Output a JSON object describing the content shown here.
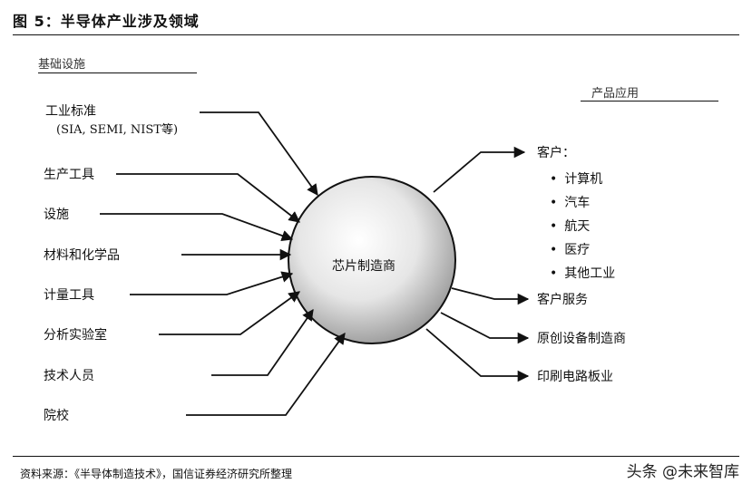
{
  "figure_title": "图 5：半导体产业涉及领域",
  "headings": {
    "infrastructure": "基础设施",
    "applications": "产品应用"
  },
  "center": "芯片制造商",
  "inputs": [
    {
      "label": "工业标准",
      "sub": "(SIA, SEMI, NIST等)"
    },
    {
      "label": "生产工具",
      "sub": ""
    },
    {
      "label": "设施",
      "sub": ""
    },
    {
      "label": "材料和化学品",
      "sub": ""
    },
    {
      "label": "计量工具",
      "sub": ""
    },
    {
      "label": "分析实验室",
      "sub": ""
    },
    {
      "label": "技术人员",
      "sub": ""
    },
    {
      "label": "院校",
      "sub": ""
    }
  ],
  "outputs": {
    "customers": "客户：",
    "customer_list": [
      "计算机",
      "汽车",
      "航天",
      "医疗",
      "其他工业"
    ],
    "customer_service": "客户服务",
    "oem": "原创设备制造商",
    "pcb": "印刷电路板业"
  },
  "source": "资料来源：《半导体制造技术》，国信证券经济研究所整理",
  "watermark": "头条 @未来智库"
}
